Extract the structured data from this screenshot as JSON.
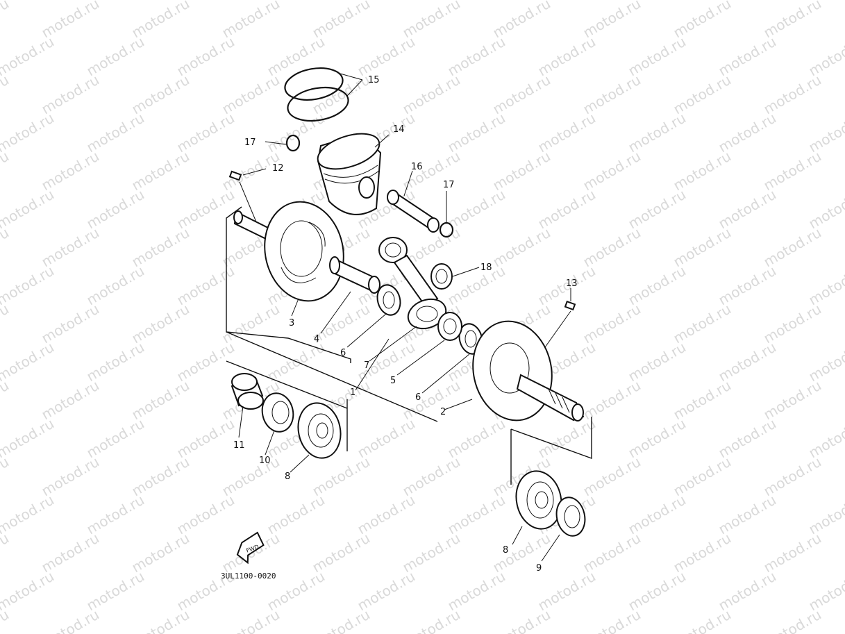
{
  "watermark": "motod.ru",
  "diagram_code": "3UL1100-0020",
  "fwd_label": "FWD",
  "callouts": [
    {
      "id": "c15",
      "label": "15"
    },
    {
      "id": "c14",
      "label": "14"
    },
    {
      "id": "c17a",
      "label": "17"
    },
    {
      "id": "c12",
      "label": "12"
    },
    {
      "id": "c16",
      "label": "16"
    },
    {
      "id": "c17b",
      "label": "17"
    },
    {
      "id": "c18",
      "label": "18"
    },
    {
      "id": "c13",
      "label": "13"
    },
    {
      "id": "c3",
      "label": "3"
    },
    {
      "id": "c4",
      "label": "4"
    },
    {
      "id": "c6a",
      "label": "6"
    },
    {
      "id": "c7",
      "label": "7"
    },
    {
      "id": "c1",
      "label": "1"
    },
    {
      "id": "c5",
      "label": "5"
    },
    {
      "id": "c6b",
      "label": "6"
    },
    {
      "id": "c2",
      "label": "2"
    },
    {
      "id": "c11",
      "label": "11"
    },
    {
      "id": "c10",
      "label": "10"
    },
    {
      "id": "c8a",
      "label": "8"
    },
    {
      "id": "c8b",
      "label": "8"
    },
    {
      "id": "c9",
      "label": "9"
    }
  ]
}
